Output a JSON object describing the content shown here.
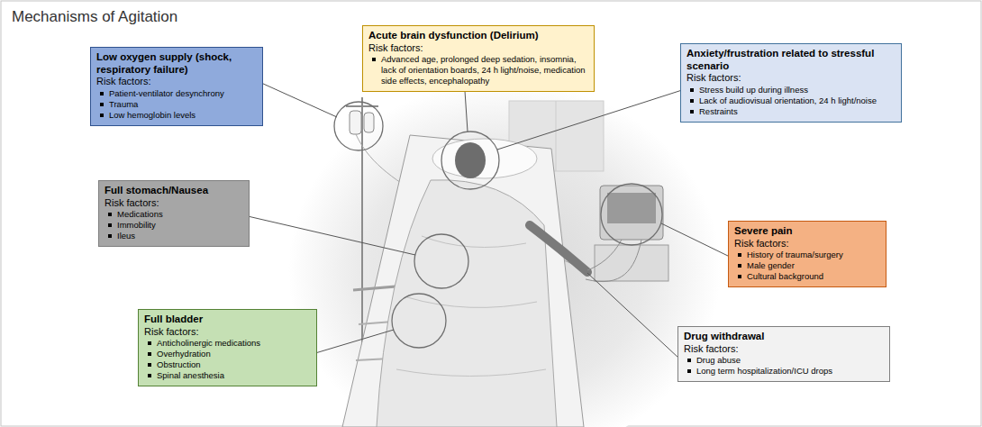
{
  "diagram": {
    "title": "Mechanisms of Agitation",
    "nodes": [
      {
        "text": [
          "Low oxygen supply (shock, respiratory failure)",
          "Risk factors:",
          "Patient-ventilator desynchrony",
          "Trauma",
          "Low hemoglobin levels"
        ]
      },
      {
        "text": [
          "Acute brain dysfunction (Delirium)",
          "Risk factors:",
          "Advanced age, prolonged deep sedation, insomnia, lack of orientation boards, 24 h light/noise, medication side effects, encephalopathy"
        ]
      },
      {
        "text": [
          "Anxiety/frustration related to stressful scenario",
          "Risk factors:",
          "Stress build up during illness",
          "Lack of audiovisual orientation, 24 h light/noise",
          "Restraints"
        ]
      },
      {
        "text": [
          "Full stomach/Nausea",
          "Risk factors:",
          "Medications",
          "Immobility",
          "Ileus"
        ]
      },
      {
        "text": [
          "Severe pain",
          "Risk factors:",
          "History of trauma/surgery",
          "Male gender",
          "Cultural background"
        ]
      },
      {
        "text": [
          "Full bladder",
          "Risk factors:",
          "Anticholinergic medications",
          "Overhydration",
          "Obstruction",
          "Spinal anesthesia"
        ]
      },
      {
        "text": [
          "Drug withdrawal",
          "Risk factors:",
          "Drug abuse",
          "Long term hospitalization/ICU drops"
        ]
      }
    ]
  }
}
